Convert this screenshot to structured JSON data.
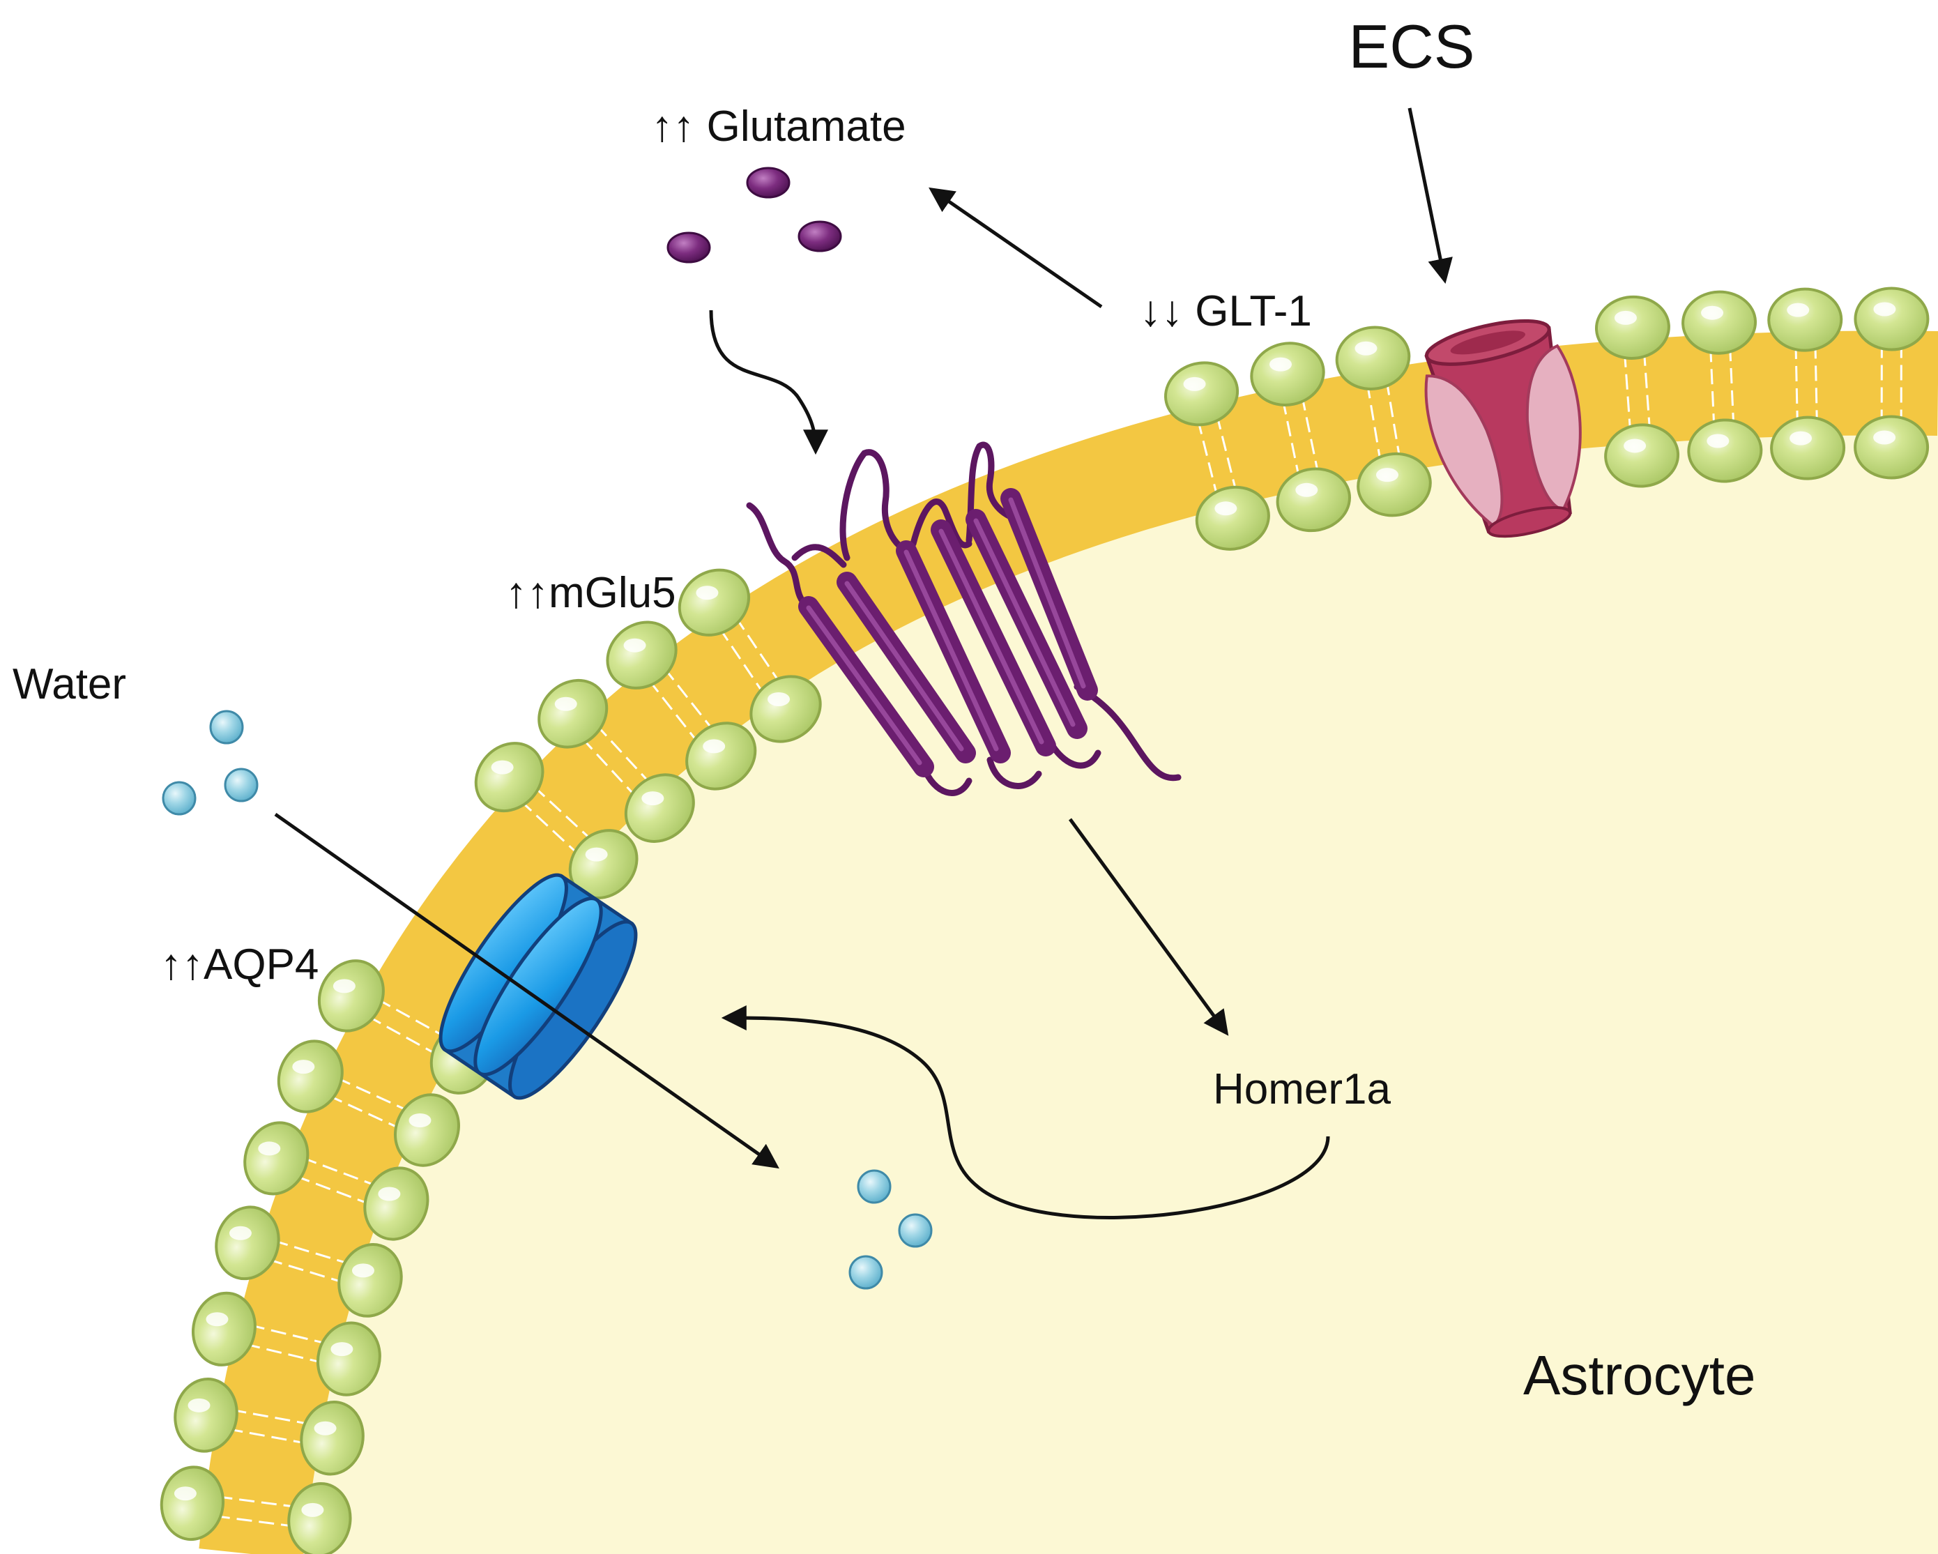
{
  "labels": {
    "ecs": "ECS",
    "glutamate": "↑↑ Glutamate",
    "glt1": "↓↓ GLT-1",
    "mglu5": "↑↑mGlu5",
    "water": "Water",
    "aqp4": "↑↑AQP4",
    "homer1a": "Homer1a",
    "astrocyte": "Astrocyte"
  },
  "colors": {
    "cytoplasm": "#fcf8d4",
    "tail_band": "#f3c742",
    "lipid_head": "#c8de84",
    "lipid_head_edge": "#8fa84a",
    "glutamate": "#7a2a7c",
    "mglu5": "#6b1e6f",
    "glt1_dark": "#b8395f",
    "glt1_light": "#e6b0c0",
    "aqp4": "#2a9ee0",
    "water": "#8ccde0",
    "arrow": "#111111"
  }
}
